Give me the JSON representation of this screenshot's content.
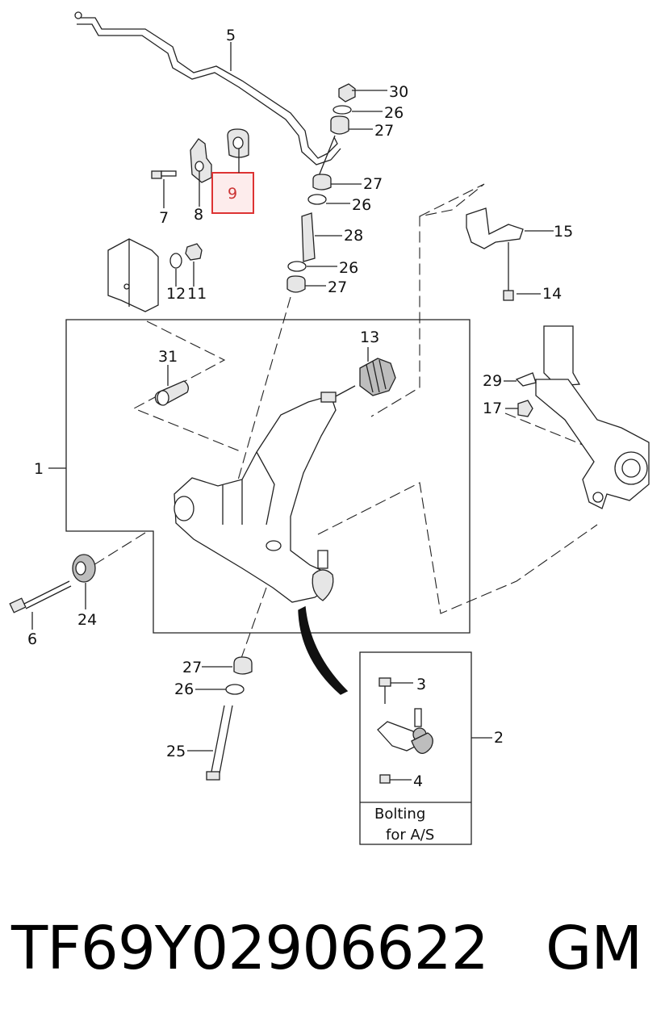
{
  "callouts": [
    {
      "id": "c1",
      "text": "1"
    },
    {
      "id": "c2",
      "text": "2"
    },
    {
      "id": "c3",
      "text": "3"
    },
    {
      "id": "c4",
      "text": "4"
    },
    {
      "id": "c5",
      "text": "5"
    },
    {
      "id": "c6",
      "text": "6"
    },
    {
      "id": "c7",
      "text": "7"
    },
    {
      "id": "c8",
      "text": "8"
    },
    {
      "id": "c9",
      "text": "9"
    },
    {
      "id": "c11",
      "text": "11"
    },
    {
      "id": "c12",
      "text": "12"
    },
    {
      "id": "c13",
      "text": "13"
    },
    {
      "id": "c14",
      "text": "14"
    },
    {
      "id": "c15",
      "text": "15"
    },
    {
      "id": "c17",
      "text": "17"
    },
    {
      "id": "c24",
      "text": "24"
    },
    {
      "id": "c25",
      "text": "25"
    },
    {
      "id": "c26a",
      "text": "26"
    },
    {
      "id": "c26b",
      "text": "26"
    },
    {
      "id": "c26c",
      "text": "26"
    },
    {
      "id": "c26d",
      "text": "26"
    },
    {
      "id": "c27a",
      "text": "27"
    },
    {
      "id": "c27b",
      "text": "27"
    },
    {
      "id": "c27c",
      "text": "27"
    },
    {
      "id": "c27d",
      "text": "27"
    },
    {
      "id": "c28",
      "text": "28"
    },
    {
      "id": "c29",
      "text": "29"
    },
    {
      "id": "c30",
      "text": "30"
    },
    {
      "id": "c31",
      "text": "31"
    }
  ],
  "highlight": {
    "text": "9",
    "color": "#dd3333"
  },
  "inset": {
    "line1": "Bolting",
    "line2": "for  A/S"
  },
  "part_number": {
    "code": "TF69Y02906622",
    "brand": "GM"
  }
}
